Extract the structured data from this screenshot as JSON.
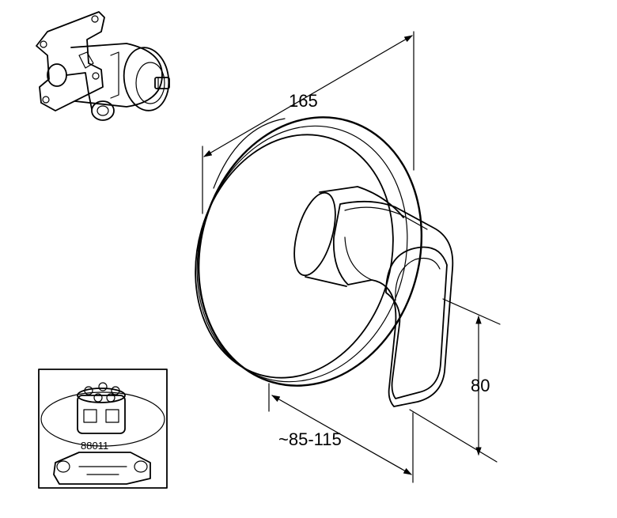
{
  "dimensions": {
    "plate_diameter": "165",
    "handle_height": "80",
    "installation_depth": "~85-115"
  },
  "inset": {
    "part_number": "88011"
  }
}
